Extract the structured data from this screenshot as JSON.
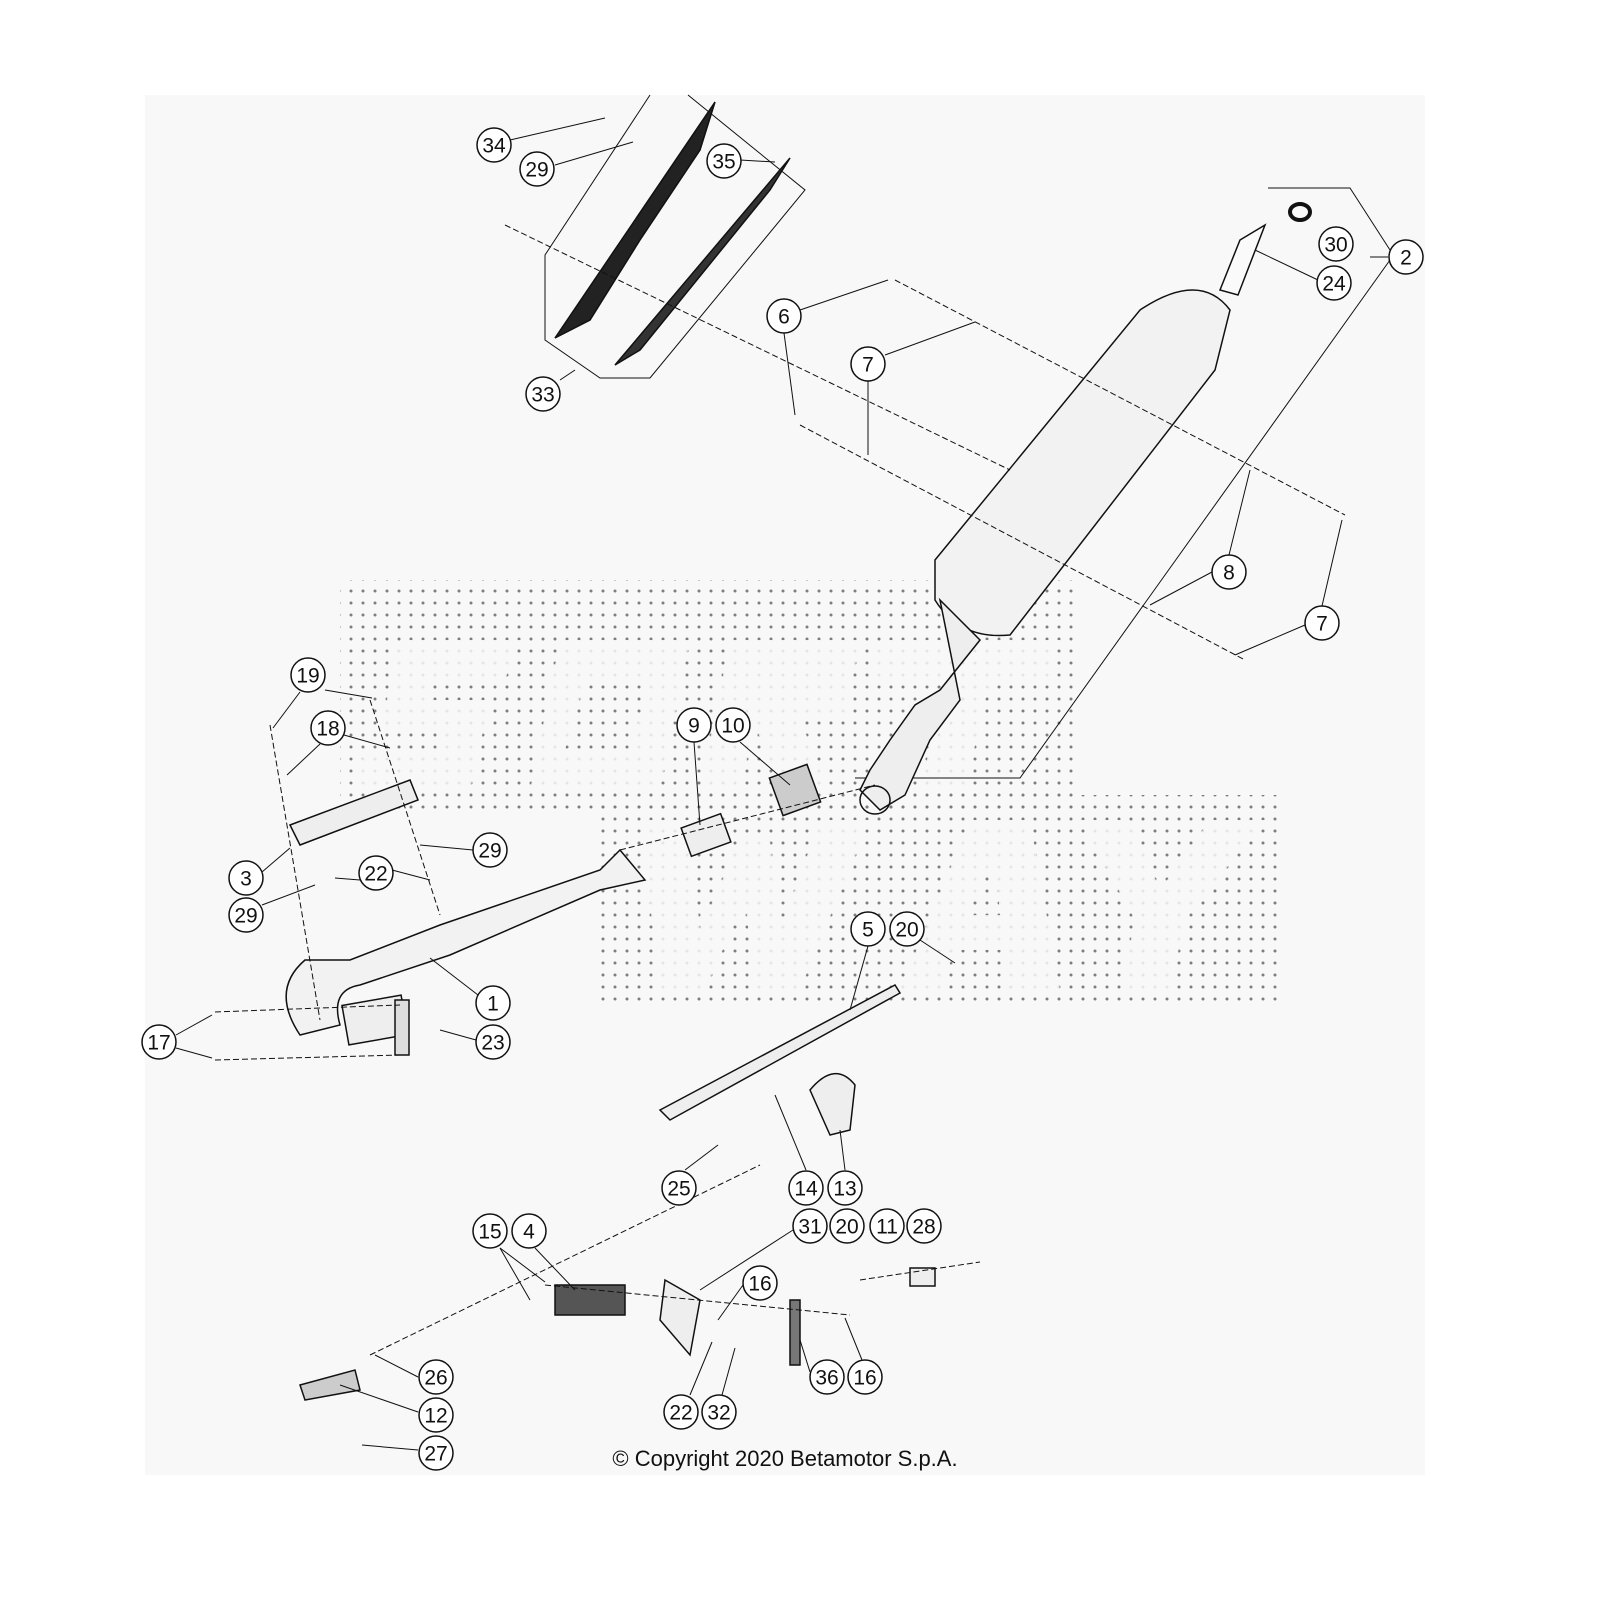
{
  "diagram": {
    "watermark": "SPORT WAY",
    "copyright": "© Copyright 2020 Betamotor S.p.A.",
    "callouts": [
      "34",
      "29",
      "35",
      "33",
      "30",
      "2",
      "24",
      "6",
      "7",
      "8",
      "7",
      "19",
      "18",
      "9",
      "10",
      "3",
      "29",
      "22",
      "29",
      "1",
      "17",
      "23",
      "5",
      "20",
      "25",
      "14",
      "13",
      "15",
      "4",
      "31",
      "20",
      "11",
      "28",
      "16",
      "26",
      "36",
      "16",
      "12",
      "22",
      "32",
      "27"
    ]
  }
}
